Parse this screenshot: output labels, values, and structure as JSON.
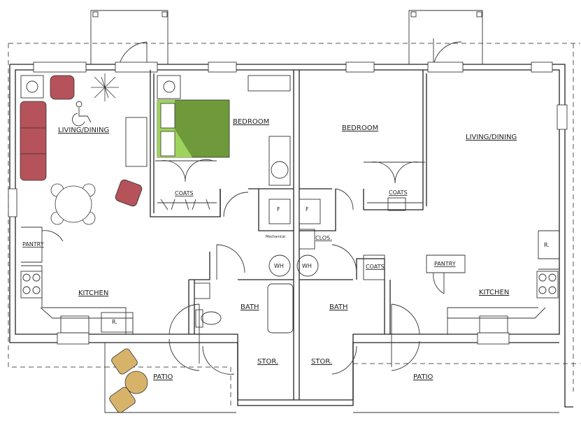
{
  "colors": {
    "upholstery": "#b5525a",
    "bed": "#6e9a3b",
    "bed_light": "#9ed45c",
    "patio_furniture": "#d7b36a"
  },
  "unit_left": {
    "living": "LIVING/DINING",
    "bedroom": "BEDROOM",
    "coats": "COATS",
    "pantry": "PANTRY",
    "kitchen": "KITCHEN",
    "fridge": "R.",
    "bath": "BATH",
    "storage": "STOR.",
    "patio": "PATIO",
    "furnace": "F",
    "water_heater": "WH",
    "mechanical": "Mechanical"
  },
  "unit_right": {
    "living": "LIVING/DINING",
    "bedroom": "BEDROOM",
    "coats_bed": "COATS",
    "closet": "CLOS.",
    "coats": "COATS",
    "pantry": "PANTRY",
    "kitchen": "KITCHEN",
    "fridge": "R.",
    "bath": "BATH",
    "storage": "STOR.",
    "patio": "PATIO",
    "furnace": "F",
    "water_heater": "WH"
  },
  "icons": [
    "wheelchair-accessible-icon"
  ]
}
